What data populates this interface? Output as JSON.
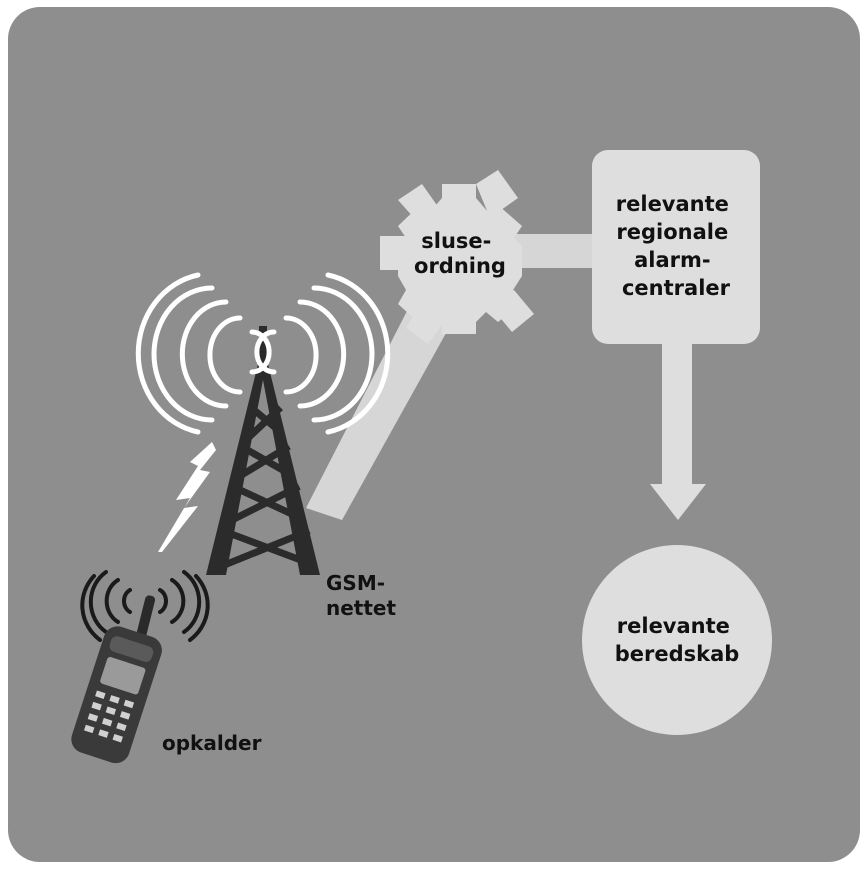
{
  "diagram": {
    "nodes": {
      "sluice": {
        "lines": [
          "sluse-",
          "ordning"
        ]
      },
      "alarm_centers": {
        "lines": [
          "relevante",
          "regionale",
          "alarm-",
          "centraler"
        ]
      },
      "emergency": {
        "lines": [
          "relevante",
          "beredskab"
        ]
      },
      "network": {
        "lines": [
          "GSM-",
          "nettet"
        ]
      },
      "caller": {
        "lines": [
          "opkalder"
        ]
      }
    },
    "colors": {
      "background": "#8e8e8e",
      "link": "#d6d6d6",
      "box": "#dedede",
      "text": "#111111",
      "tower": "#2b2b2b",
      "waves": "#ffffff"
    },
    "icons": [
      "phone-icon",
      "tower-icon",
      "lightning-icon",
      "signal-wave-icon",
      "gear-shape-icon",
      "arrow-down-icon"
    ]
  }
}
